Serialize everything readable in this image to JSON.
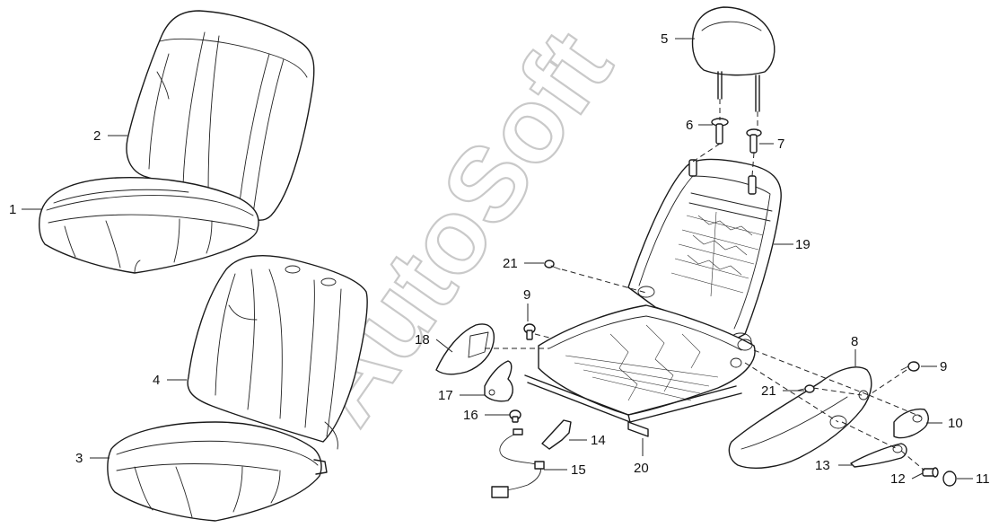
{
  "watermark": "AutoSoft",
  "callouts": [
    {
      "id": "callout-1",
      "label": "1"
    },
    {
      "id": "callout-2",
      "label": "2"
    },
    {
      "id": "callout-3",
      "label": "3"
    },
    {
      "id": "callout-4",
      "label": "4"
    },
    {
      "id": "callout-5",
      "label": "5"
    },
    {
      "id": "callout-6",
      "label": "6"
    },
    {
      "id": "callout-7",
      "label": "7"
    },
    {
      "id": "callout-8",
      "label": "8"
    },
    {
      "id": "callout-9a",
      "label": "9"
    },
    {
      "id": "callout-9b",
      "label": "9"
    },
    {
      "id": "callout-10",
      "label": "10"
    },
    {
      "id": "callout-11",
      "label": "11"
    },
    {
      "id": "callout-12",
      "label": "12"
    },
    {
      "id": "callout-13",
      "label": "13"
    },
    {
      "id": "callout-14",
      "label": "14"
    },
    {
      "id": "callout-15",
      "label": "15"
    },
    {
      "id": "callout-16",
      "label": "16"
    },
    {
      "id": "callout-17",
      "label": "17"
    },
    {
      "id": "callout-18",
      "label": "18"
    },
    {
      "id": "callout-19",
      "label": "19"
    },
    {
      "id": "callout-20",
      "label": "20"
    },
    {
      "id": "callout-21a",
      "label": "21"
    },
    {
      "id": "callout-21b",
      "label": "21"
    }
  ]
}
